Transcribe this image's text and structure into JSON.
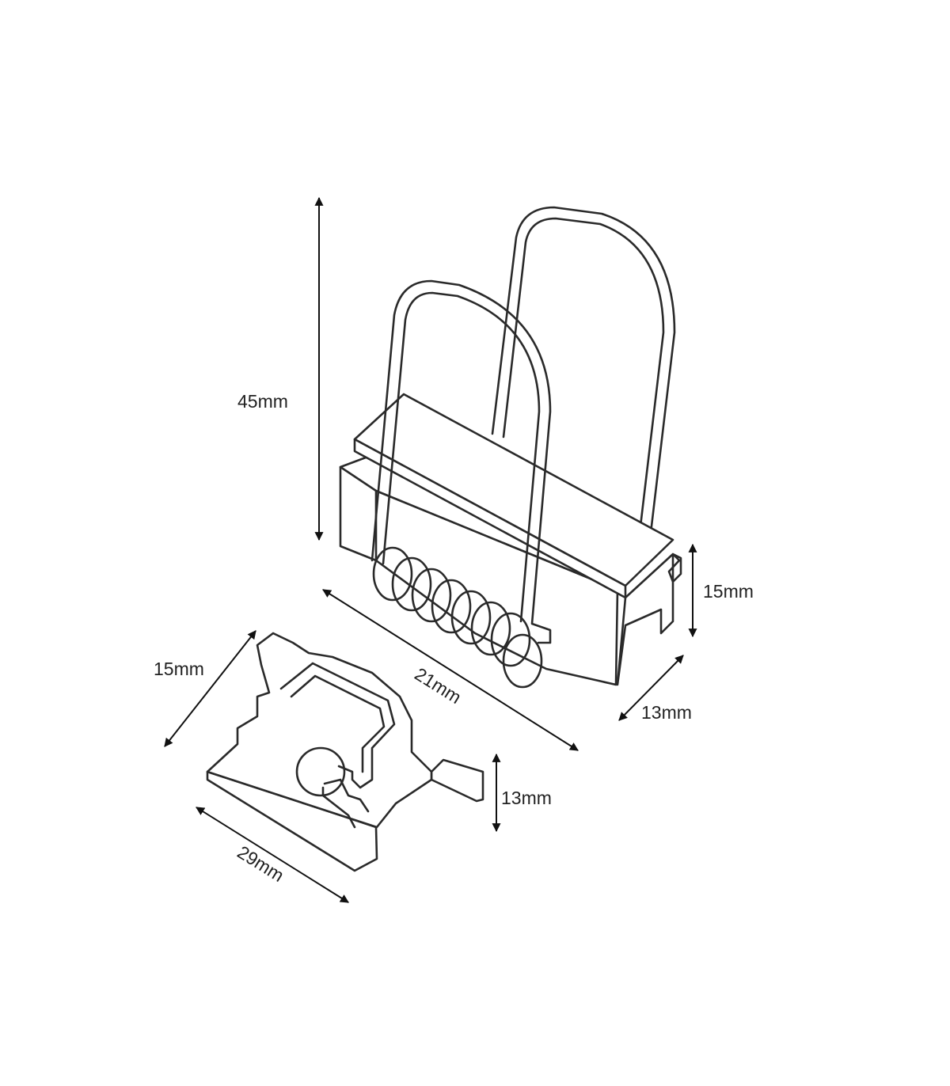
{
  "dimensions": {
    "height_total": "45mm",
    "body_height": "15mm",
    "body_length": "21mm",
    "body_depth": "13mm",
    "clip_width": "15mm",
    "clip_length": "29mm",
    "clip_height": "13mm"
  },
  "colors": {
    "line": "#2a2a2a",
    "background": "#ffffff"
  }
}
